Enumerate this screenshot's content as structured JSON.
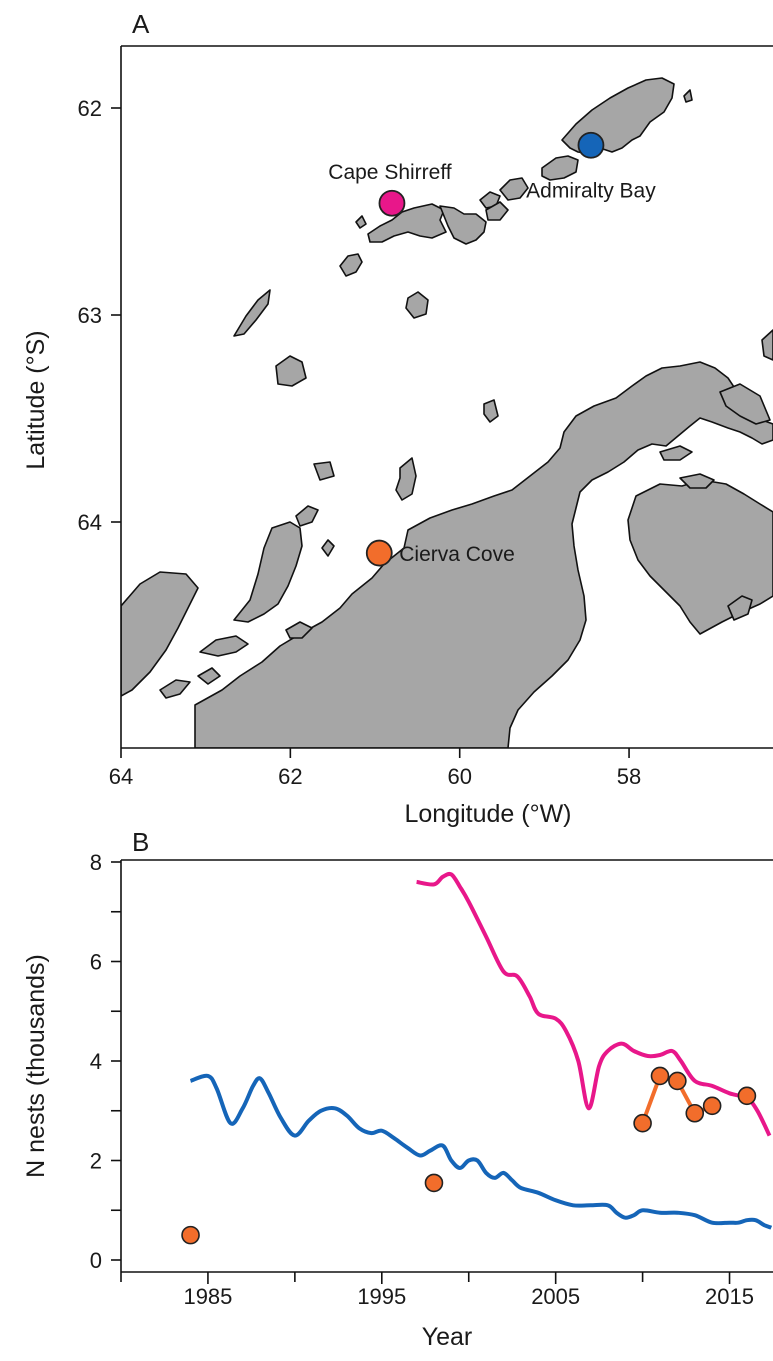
{
  "chart_data": [
    {
      "panel": "A",
      "type": "map",
      "xlabel": "Longitude (°W)",
      "ylabel": "Latitude (°S)",
      "xlim": [
        64,
        56.3
      ],
      "ylim": [
        62,
        65.2
      ],
      "xticks": [
        64,
        62,
        60,
        58
      ],
      "yticks": [
        62,
        63,
        64
      ],
      "sites": [
        {
          "name": "Cape Shirreff",
          "lon": 60.8,
          "lat": 62.46,
          "color": "#e8178a"
        },
        {
          "name": "Admiralty Bay",
          "lon": 58.45,
          "lat": 62.18,
          "color": "#1565b8"
        },
        {
          "name": "Cierva Cove",
          "lon": 60.95,
          "lat": 64.15,
          "color": "#f26d2b"
        }
      ],
      "land_color": "#a6a6a6"
    },
    {
      "panel": "B",
      "type": "line",
      "xlabel": "Year",
      "ylabel": "N nests (thousands)",
      "xlim": [
        1980,
        2017.5
      ],
      "ylim": [
        0,
        8
      ],
      "xticks": [
        1985,
        1995,
        2005,
        2015
      ],
      "yticks": [
        0,
        2,
        4,
        6,
        8
      ],
      "series": [
        {
          "color": "#e8178a",
          "x": [
            1997,
            1998,
            1998.5,
            1999,
            1999.5,
            2000,
            2001,
            2002,
            2002.8,
            2003.5,
            2004,
            2005,
            2005.6,
            2006.3,
            2006.9,
            2007.5,
            2008,
            2008.8,
            2009.5,
            2010.3,
            2011,
            2011.7,
            2012.2,
            2013,
            2014,
            2015,
            2016,
            2016.6,
            2017.3
          ],
          "y": [
            7.6,
            7.55,
            7.7,
            7.75,
            7.5,
            7.2,
            6.5,
            5.8,
            5.7,
            5.3,
            4.95,
            4.85,
            4.6,
            4.0,
            3.05,
            3.9,
            4.2,
            4.35,
            4.2,
            4.1,
            4.12,
            4.2,
            4.0,
            3.6,
            3.5,
            3.35,
            3.25,
            3.0,
            2.5
          ]
        },
        {
          "color": "#1565b8",
          "x": [
            1984,
            1985,
            1985.5,
            1986.3,
            1987,
            1987.6,
            1988,
            1988.5,
            1989.2,
            1990,
            1990.8,
            1991.5,
            1992.3,
            1993,
            1993.7,
            1994.4,
            1995,
            1995.7,
            1996.5,
            1997.2,
            1997.8,
            1998.5,
            1999,
            1999.5,
            2000,
            2000.5,
            2001,
            2001.5,
            2002,
            2002.5,
            2003,
            2004,
            2005,
            2006,
            2007,
            2008,
            2008.5,
            2009,
            2009.5,
            2010,
            2011,
            2012,
            2013,
            2014,
            2015,
            2015.5,
            2016,
            2016.5,
            2017,
            2017.4
          ],
          "y": [
            3.6,
            3.7,
            3.45,
            2.75,
            3.05,
            3.5,
            3.65,
            3.35,
            2.85,
            2.5,
            2.8,
            3.0,
            3.05,
            2.9,
            2.65,
            2.55,
            2.6,
            2.45,
            2.25,
            2.1,
            2.2,
            2.3,
            2.0,
            1.85,
            2.0,
            2.0,
            1.75,
            1.65,
            1.75,
            1.6,
            1.45,
            1.35,
            1.2,
            1.1,
            1.1,
            1.1,
            0.95,
            0.85,
            0.9,
            1.0,
            0.95,
            0.95,
            0.9,
            0.75,
            0.75,
            0.75,
            0.8,
            0.8,
            0.7,
            0.65
          ]
        },
        {
          "color": "#f26d2b",
          "points": [
            {
              "x": 1984,
              "y": 0.5
            },
            {
              "x": 1998,
              "y": 1.55
            },
            {
              "x": 2010,
              "y": 2.75
            },
            {
              "x": 2011,
              "y": 3.7
            },
            {
              "x": 2012,
              "y": 3.6
            },
            {
              "x": 2013,
              "y": 2.95
            },
            {
              "x": 2014,
              "y": 3.1
            },
            {
              "x": 2016,
              "y": 3.3
            }
          ],
          "connected_range": [
            2010,
            2014
          ]
        }
      ]
    }
  ]
}
